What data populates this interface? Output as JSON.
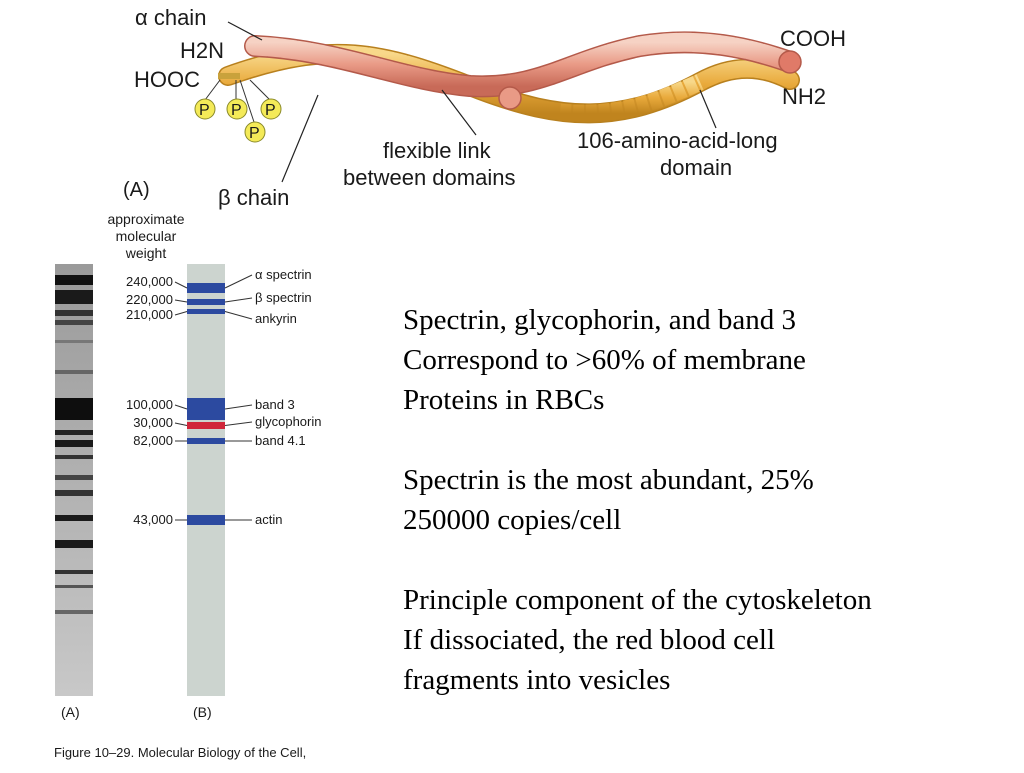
{
  "diagram": {
    "alpha_chain_label": "α chain",
    "beta_chain_label": "β chain",
    "h2n_label": "H2N",
    "hooc_label": "HOOC",
    "cooh_label": "COOH",
    "nh2_label": "NH2",
    "phospho_labels": [
      "P",
      "P",
      "P",
      "P"
    ],
    "flexible_link_label": [
      "flexible link",
      "between domains"
    ],
    "domain_label": [
      "106-amino-acid-long",
      "domain"
    ],
    "panel_a_label": "(A)"
  },
  "gel": {
    "mw_header": [
      "approximate",
      "molecular",
      "weight"
    ],
    "bands": [
      {
        "mw": "240,000",
        "protein": "α spectrin",
        "color": "#2c4aa0"
      },
      {
        "mw": "220,000",
        "protein": "β spectrin",
        "color": "#2c4aa0"
      },
      {
        "mw": "210,000",
        "protein": "ankyrin",
        "color": "#2c4aa0"
      },
      {
        "mw": "100,000",
        "protein": "band 3",
        "color": "#2c4aa0"
      },
      {
        "mw": "30,000",
        "protein": "glycophorin",
        "color": "#d0263a"
      },
      {
        "mw": "82,000",
        "protein": "band 4.1",
        "color": "#2c4aa0"
      },
      {
        "mw": "43,000",
        "protein": "actin",
        "color": "#2c4aa0"
      }
    ],
    "lane_a_label": "(A)",
    "lane_b_label": "(B)"
  },
  "caption": "Figure 10–29. Molecular Biology of the Cell,",
  "text_blocks": [
    [
      "Spectrin, glycophorin, and band 3",
      "Correspond to >60% of membrane",
      "Proteins in RBCs"
    ],
    [
      "Spectrin is the most abundant, 25%",
      "250000 copies/cell"
    ],
    [
      "Principle component of the cytoskeleton",
      "If dissociated, the red blood cell",
      "fragments into vesicles"
    ]
  ]
}
